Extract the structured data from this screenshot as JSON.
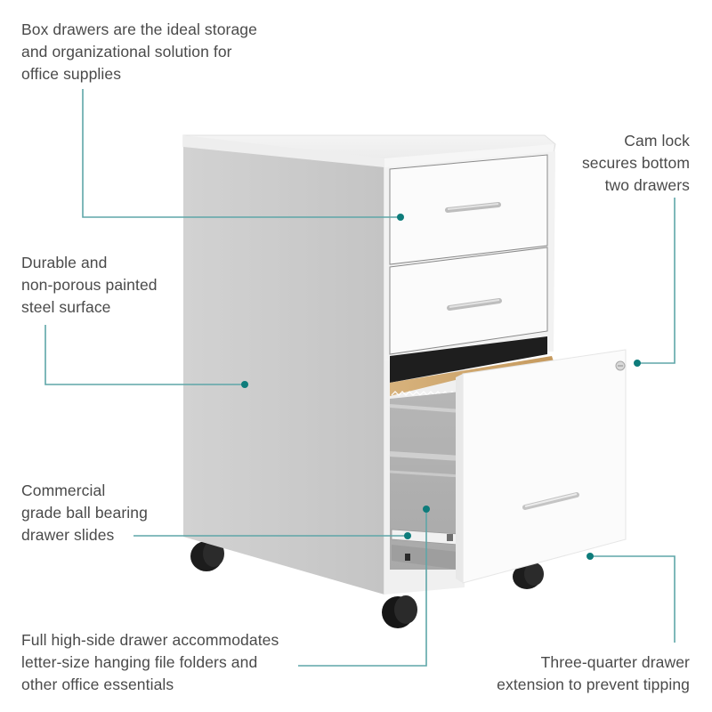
{
  "theme": {
    "accent": "#0e7c7b",
    "leader_line": "#5ea6a8",
    "text": "#4a4a4a",
    "background": "#ffffff"
  },
  "product": {
    "name": "3-drawer mobile file cabinet",
    "color": "White",
    "drawers": 3,
    "casters": 4
  },
  "callouts": [
    {
      "id": "box-drawers",
      "text": "Box drawers are the ideal storage\nand organizational solution for\noffice supplies",
      "align": "left"
    },
    {
      "id": "cam-lock",
      "text": "Cam lock\nsecures bottom\ntwo drawers",
      "align": "right"
    },
    {
      "id": "steel-surface",
      "text": "Durable and\nnon-porous painted\nsteel surface",
      "align": "left"
    },
    {
      "id": "ball-bearing",
      "text": "Commercial\ngrade ball bearing\ndrawer slides",
      "align": "left"
    },
    {
      "id": "high-side-drawer",
      "text": "Full high-side drawer accommodates\nletter-size hanging file folders and\nother office essentials",
      "align": "left"
    },
    {
      "id": "three-quarter-extension",
      "text": "Three-quarter drawer\nextension to prevent tipping",
      "align": "right"
    }
  ]
}
